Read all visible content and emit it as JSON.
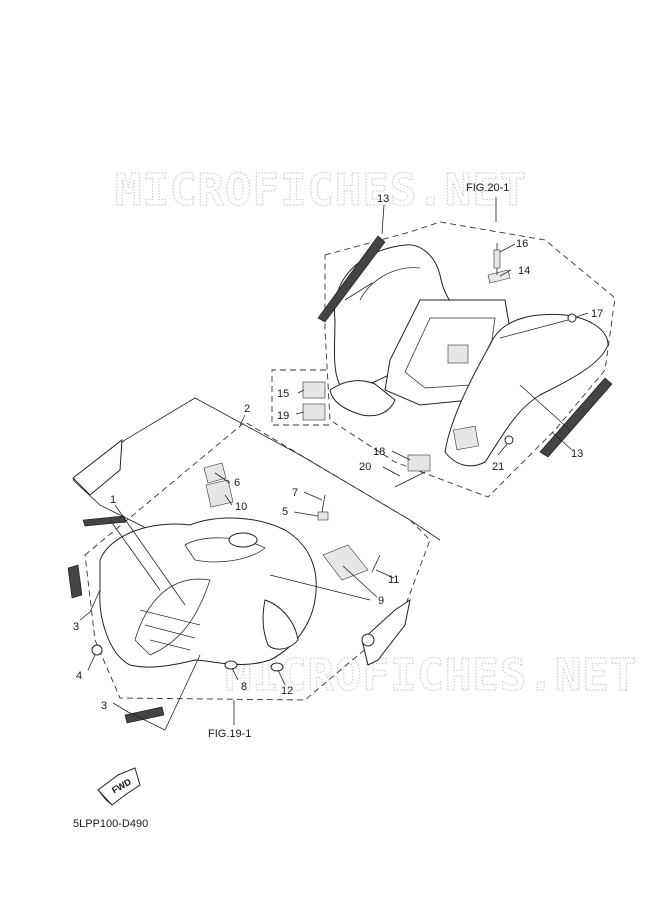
{
  "watermarks": [
    "MICROFICHES.NET",
    "MICROFICHES.NET"
  ],
  "figure_refs": {
    "rear": "FIG.20-1",
    "front": "FIG.19-1"
  },
  "callouts": [
    {
      "id": "c1",
      "label": "1"
    },
    {
      "id": "c2",
      "label": "2"
    },
    {
      "id": "c3a",
      "label": "3"
    },
    {
      "id": "c3b",
      "label": "3"
    },
    {
      "id": "c4",
      "label": "4"
    },
    {
      "id": "c5",
      "label": "5"
    },
    {
      "id": "c6",
      "label": "6"
    },
    {
      "id": "c7",
      "label": "7"
    },
    {
      "id": "c8",
      "label": "8"
    },
    {
      "id": "c9",
      "label": "9"
    },
    {
      "id": "c10",
      "label": "10"
    },
    {
      "id": "c11",
      "label": "11"
    },
    {
      "id": "c12",
      "label": "12"
    },
    {
      "id": "c13a",
      "label": "13"
    },
    {
      "id": "c13b",
      "label": "13"
    },
    {
      "id": "c14",
      "label": "14"
    },
    {
      "id": "c15",
      "label": "15"
    },
    {
      "id": "c16",
      "label": "16"
    },
    {
      "id": "c17",
      "label": "17"
    },
    {
      "id": "c18",
      "label": "18"
    },
    {
      "id": "c19",
      "label": "19"
    },
    {
      "id": "c20",
      "label": "20"
    },
    {
      "id": "c21",
      "label": "21"
    }
  ],
  "fwd_label": "FWD",
  "diagram_code": "5LPP100-D490"
}
